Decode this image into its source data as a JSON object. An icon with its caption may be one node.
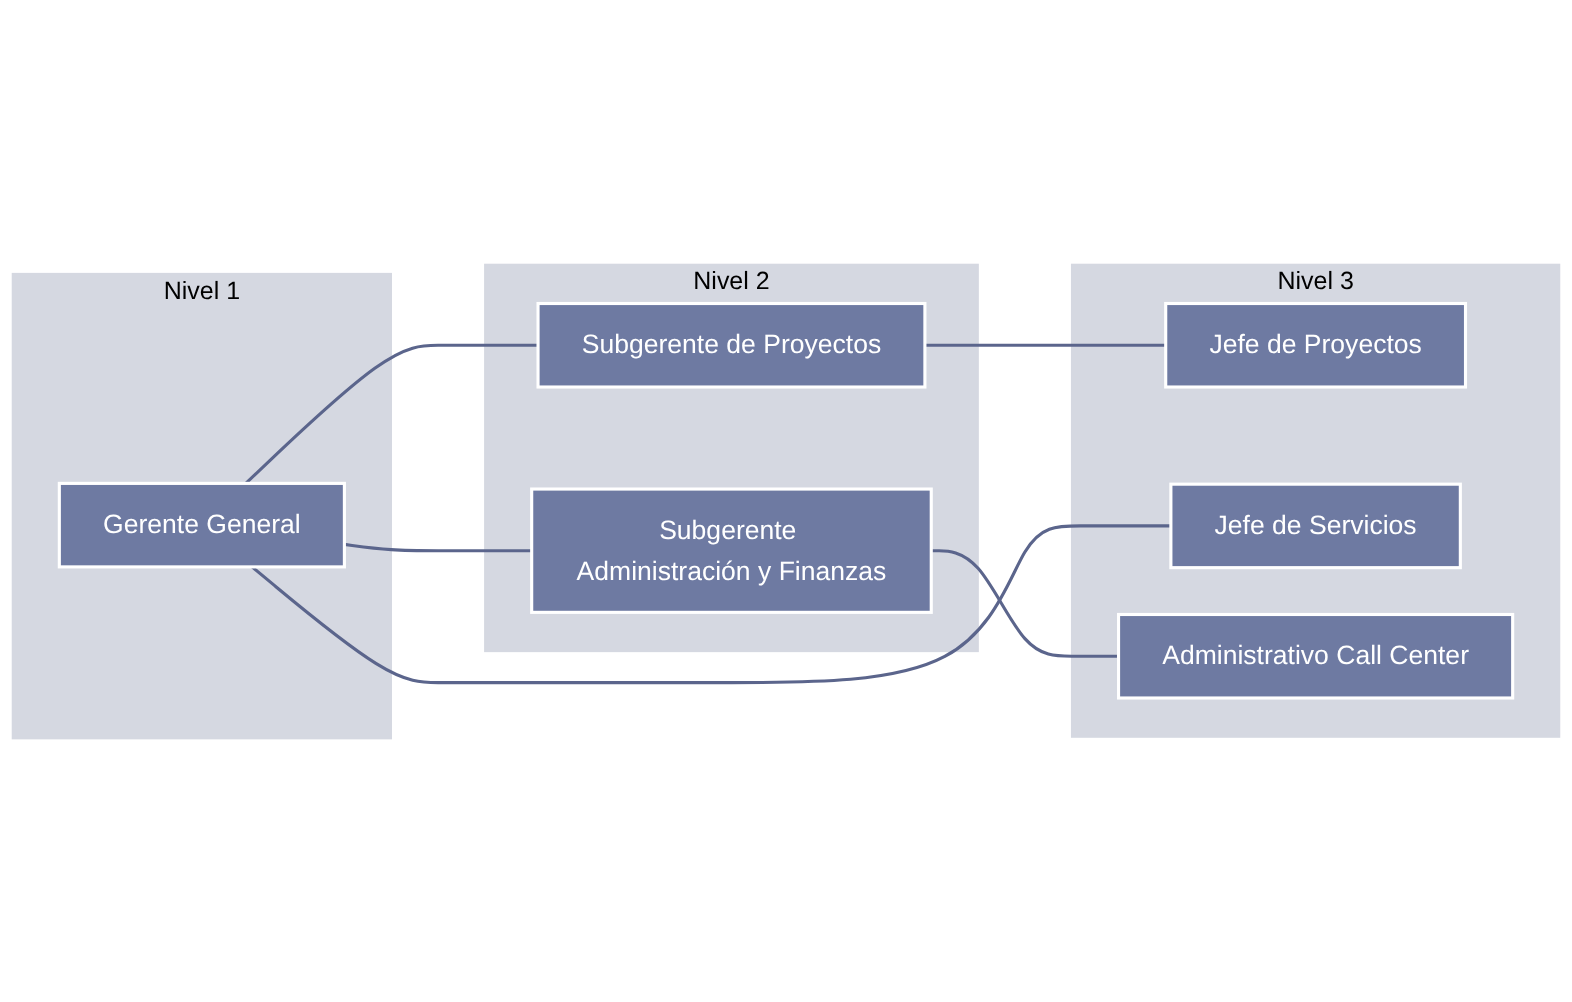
{
  "diagram": {
    "nodes": [
      {
        "text": [
          "Nivel 1"
        ]
      },
      {
        "text": [
          "Gerente General"
        ],
        "in": 0
      },
      {
        "text": [
          "Nivel 2"
        ]
      },
      {
        "text": [
          "Subgerente de Proyectos"
        ],
        "in": 2
      },
      {
        "text": [
          "Subgerente Administración y Finanzas"
        ],
        "in": 2
      },
      {
        "text": [
          "Nivel 3"
        ]
      },
      {
        "text": [
          "Jefe de Proyectos"
        ],
        "in": 5
      },
      {
        "text": [
          "Jefe de Servicios"
        ],
        "in": 5
      },
      {
        "text": [
          "Administrativo Call Center"
        ],
        "in": 5
      }
    ],
    "edges": [
      {
        "from": 1,
        "to": 3,
        "arrow": "none"
      },
      {
        "from": 1,
        "to": 7,
        "arrow": "none"
      },
      {
        "from": 1,
        "to": 4,
        "arrow": "none"
      },
      {
        "from": 3,
        "to": 6,
        "arrow": "none"
      },
      {
        "from": 4,
        "to": 8,
        "arrow": "none"
      }
    ]
  }
}
